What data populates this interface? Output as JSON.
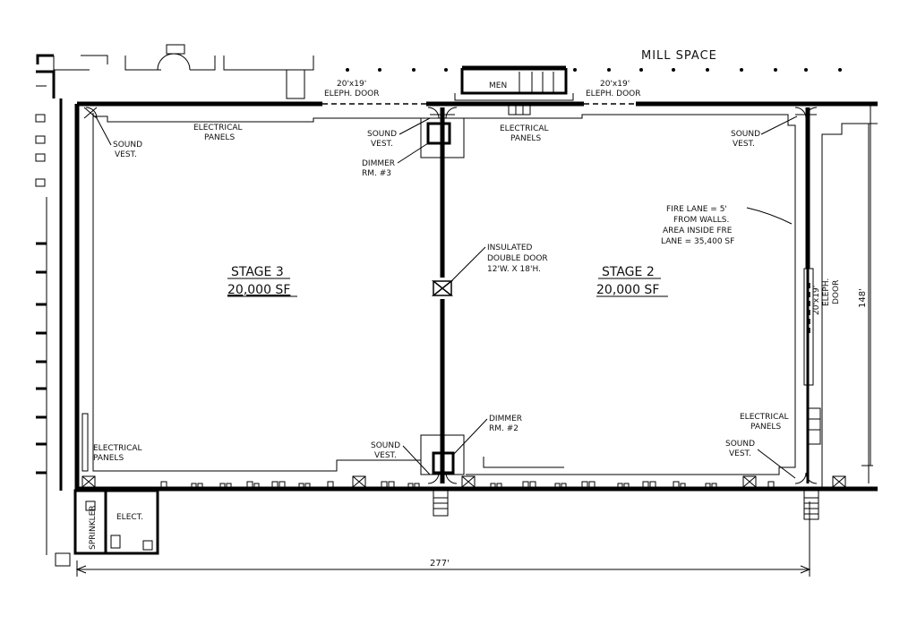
{
  "labels": {
    "mill_space": "MILL SPACE",
    "eleph_door_left": [
      "20'x19'",
      "ELEPH. DOOR"
    ],
    "eleph_door_right": [
      "20'x19'",
      "ELEPH. DOOR"
    ],
    "eleph_door_east": [
      "20'x19'",
      "ELEPH.",
      "DOOR"
    ],
    "men": "MEN",
    "electrical_panels": [
      "ELECTRICAL",
      "PANELS"
    ],
    "sound_vest": [
      "SOUND",
      "VEST."
    ],
    "dimmer_3": [
      "DIMMER",
      "RM. #3"
    ],
    "dimmer_2": [
      "DIMMER",
      "RM. #2"
    ],
    "insulated_door": [
      "INSULATED",
      "DOUBLE DOOR",
      "12'W. X 18'H."
    ],
    "fire_lane": [
      "FIRE LANE = 5'",
      "FROM WALLS.",
      "AREA INSIDE FRE",
      "LANE = 35,400 SF"
    ],
    "stage3_name": "STAGE 3",
    "stage3_area": "20,000 SF",
    "stage2_name": "STAGE 2",
    "stage2_area": "20,000 SF",
    "sprinkler": "SPRINKLER",
    "elect": "ELECT.",
    "dim_width": "277'",
    "dim_height": "148'"
  }
}
